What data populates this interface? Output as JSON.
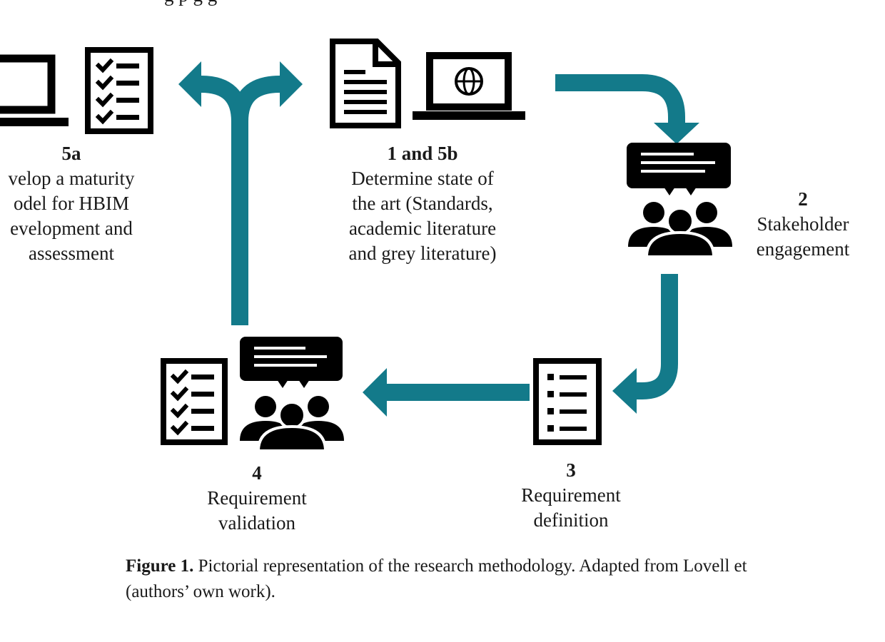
{
  "header_fragment": "g                                               p                                       g                              g",
  "steps": [
    {
      "id": "5a",
      "number": "5a",
      "text": "velop a maturity\nodel for HBIM\nevelopment and\nassessment"
    },
    {
      "id": "1-5b",
      "number": "1 and 5b",
      "text": "Determine state of\nthe art (Standards,\nacademic literature\nand grey literature)"
    },
    {
      "id": "2",
      "number": "2",
      "text": "Stakeholder\nengagement"
    },
    {
      "id": "3",
      "number": "3",
      "text": "Requirement\ndefinition"
    },
    {
      "id": "4",
      "number": "4",
      "text": "Requirement\nvalidation"
    }
  ],
  "icons": [
    "laptop-icon",
    "checklist-icon",
    "document-icon",
    "laptop-globe-icon",
    "speech-group-icon",
    "list-icon",
    "checklist-icon",
    "speech-group-icon"
  ],
  "caption": {
    "label": "Figure 1.",
    "text": " Pictorial representation of the research methodology.  Adapted from Lovell et",
    "line2": "(authors’ own work)."
  },
  "colors": {
    "arrow": "#137a8a",
    "icon": "#000000",
    "text": "#1a1a1a"
  }
}
